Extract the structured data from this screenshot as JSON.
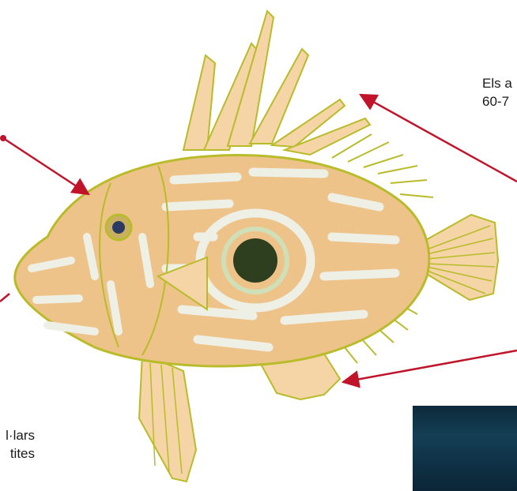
{
  "labels": {
    "top_right_line1": "Els a",
    "top_right_line2": "60-7",
    "bottom_left_line1": "l·lars",
    "bottom_left_line2": "tites"
  },
  "colors": {
    "body_fill": "#eec38a",
    "body_stroke": "#b8bc2a",
    "fin_fill": "#f5d4a6",
    "stripe": "#eef0e6",
    "eye_spot": "#2e3f1f",
    "arrow": "#c0142b",
    "photo_bg": "#0f3246"
  },
  "icons": [
    "fish-illustration",
    "eye-spot",
    "arrow"
  ]
}
